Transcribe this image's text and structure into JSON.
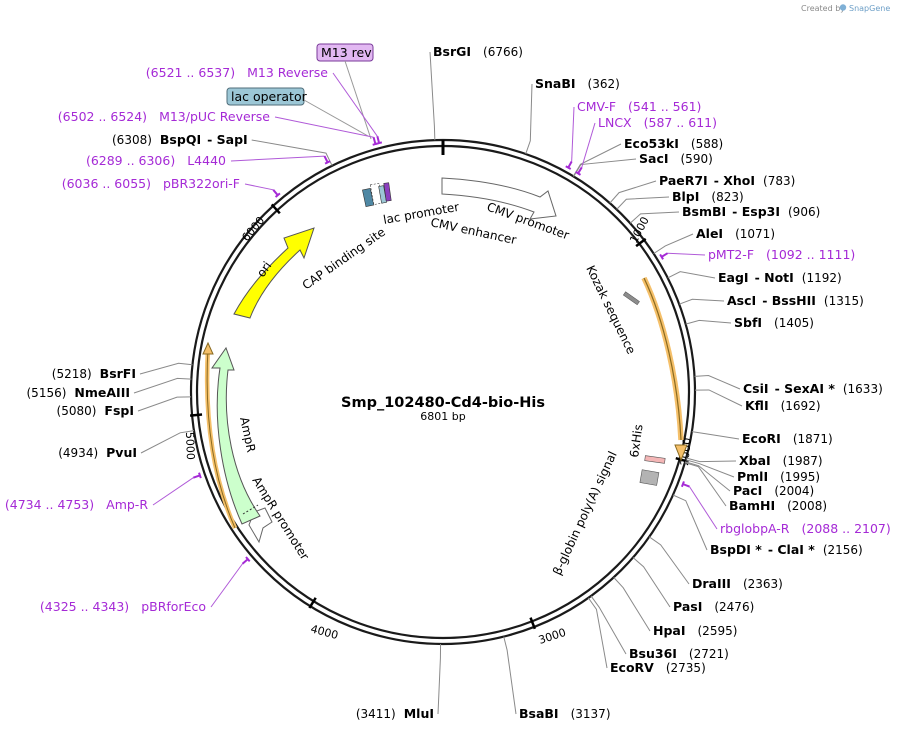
{
  "plasmid": {
    "name": "Smp_102480-Cd4-bio-His",
    "length_label": "6801 bp",
    "length": 6801
  },
  "credit": {
    "prefix": "Created by",
    "brand": "SnapGene"
  },
  "colors": {
    "primer": "#a52ad6",
    "backbone": "#1a1a1a",
    "ori": "#ffff00",
    "ampr": "#ccffcc",
    "orf": "#f5c06a",
    "kozak": "#8c8c8c",
    "polya": "#b3b3b3",
    "his": "#f4b6b6",
    "primer_bind": "#c8a6f0",
    "lac_operator": "#9cc7d6",
    "cap_site": "#4f88a4"
  },
  "ticks": [
    {
      "label": "1000",
      "pos": 1000
    },
    {
      "label": "2000",
      "pos": 2000
    },
    {
      "label": "3000",
      "pos": 3000
    },
    {
      "label": "4000",
      "pos": 4000
    },
    {
      "label": "5000",
      "pos": 5000
    },
    {
      "label": "6000",
      "pos": 6000
    }
  ],
  "features": {
    "cmv_enhancer": "CMV enhancer",
    "cmv_promoter": "CMV promoter",
    "kozak": "Kozak sequence",
    "his": "6xHis",
    "polya": "β-globin poly(A) signal",
    "ampr_promoter": "AmpR promoter",
    "ampr": "AmpR",
    "ori": "ori",
    "cap": "CAP binding site",
    "lac_promoter": "lac promoter",
    "m13rev_box": "M13 rev",
    "lacop_box": "lac operator"
  },
  "sites": [
    {
      "name": "BsrGI",
      "pos_text": "(6766)",
      "pos": 6766
    },
    {
      "name": "SnaBI",
      "pos_text": "(362)",
      "pos": 362
    },
    {
      "name": "Eco53kI",
      "pos_text": "(588)",
      "pos": 588
    },
    {
      "name": "SacI",
      "pos_text": "(590)",
      "pos": 590
    },
    {
      "name": "PaeR7I",
      "name2": "XhoI",
      "pos_text": "(783)",
      "pos": 783
    },
    {
      "name": "BlpI",
      "pos_text": "(823)",
      "pos": 823
    },
    {
      "name": "BsmBI",
      "name2": "Esp3I",
      "pos_text": "(906)",
      "pos": 906
    },
    {
      "name": "AleI",
      "pos_text": "(1071)",
      "pos": 1071
    },
    {
      "name": "EagI",
      "name2": "NotI",
      "pos_text": "(1192)",
      "pos": 1192
    },
    {
      "name": "AscI",
      "name2": "BssHII",
      "pos_text": "(1315)",
      "pos": 1315
    },
    {
      "name": "SbfI",
      "pos_text": "(1405)",
      "pos": 1405
    },
    {
      "name": "CsiI",
      "name2": "SexAI *",
      "pos_text": "(1633)",
      "pos": 1633
    },
    {
      "name": "KflI",
      "pos_text": "(1692)",
      "pos": 1692
    },
    {
      "name": "EcoRI",
      "pos_text": "(1871)",
      "pos": 1871
    },
    {
      "name": "XbaI",
      "pos_text": "(1987)",
      "pos": 1987
    },
    {
      "name": "PmlI",
      "pos_text": "(1995)",
      "pos": 1995
    },
    {
      "name": "PacI",
      "pos_text": "(2004)",
      "pos": 2004
    },
    {
      "name": "BamHI",
      "pos_text": "(2008)",
      "pos": 2008
    },
    {
      "name": "BspDI *",
      "name2": "ClaI *",
      "pos_text": "(2156)",
      "pos": 2156
    },
    {
      "name": "DraIII",
      "pos_text": "(2363)",
      "pos": 2363
    },
    {
      "name": "PasI",
      "pos_text": "(2476)",
      "pos": 2476
    },
    {
      "name": "HpaI",
      "pos_text": "(2595)",
      "pos": 2595
    },
    {
      "name": "Bsu36I",
      "pos_text": "(2721)",
      "pos": 2721
    },
    {
      "name": "EcoRV",
      "pos_text": "(2735)",
      "pos": 2735
    },
    {
      "name": "BsaBI",
      "pos_text": "(3137)",
      "pos": 3137
    },
    {
      "name": "MluI",
      "pos_text": "(3411)",
      "pos": 3411
    },
    {
      "name": "PvuI",
      "pos_text": "(4934)",
      "pos": 4934
    },
    {
      "name": "FspI",
      "pos_text": "(5080)",
      "pos": 5080
    },
    {
      "name": "NmeAIII",
      "pos_text": "(5156)",
      "pos": 5156
    },
    {
      "name": "BsrFI",
      "pos_text": "(5218)",
      "pos": 5218
    },
    {
      "name": "BspQI",
      "name2": "SapI",
      "pos_text": "(6308)",
      "pos": 6308
    }
  ],
  "primers": [
    {
      "name": "CMV-F",
      "range": "(541 .. 561)",
      "pos": 551
    },
    {
      "name": "LNCX",
      "range": "(587 .. 611)",
      "pos": 599
    },
    {
      "name": "pMT2-F",
      "range": "(1092 .. 1111)",
      "pos": 1101
    },
    {
      "name": "rbglobpA-R",
      "range": "(2088 .. 2107)",
      "pos": 2097
    },
    {
      "name": "pBRforEco",
      "range": "(4325 .. 4343)",
      "pos": 4334
    },
    {
      "name": "Amp-R",
      "range": "(4734 .. 4753)",
      "pos": 4743
    },
    {
      "name": "pBR322ori-F",
      "range": "(6036 .. 6055)",
      "pos": 6045
    },
    {
      "name": "L4440",
      "range": "(6289 .. 6306)",
      "pos": 6297
    },
    {
      "name": "M13/pUC Reverse",
      "range": "(6502 .. 6524)",
      "pos": 6513
    },
    {
      "name": "M13 Reverse",
      "range": "(6521 .. 6537)",
      "pos": 6529
    }
  ]
}
